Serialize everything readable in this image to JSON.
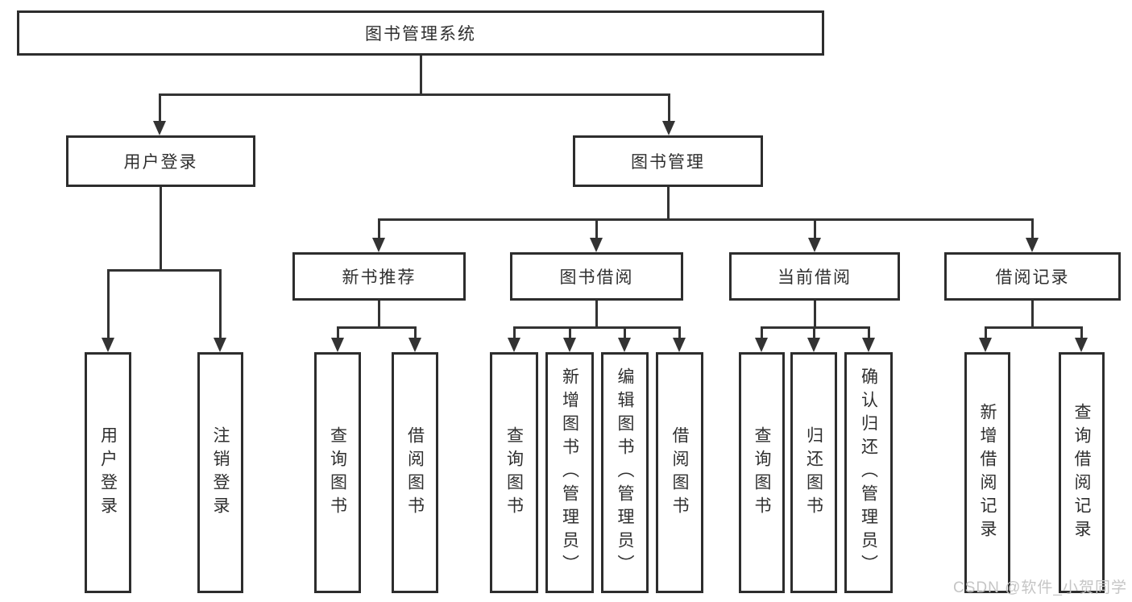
{
  "diagram": {
    "type": "hierarchy-tree",
    "colors": {
      "line": "#333333",
      "box_border": "#2d2d2d",
      "box_fill": "#ffffff",
      "text": "#2f2f2f",
      "watermark_text_color": "#c5c5c5"
    },
    "tree": {
      "label": "图书管理系统",
      "children": [
        {
          "label": "用户登录",
          "children": [
            {
              "label": "用户登录"
            },
            {
              "label": "注销登录"
            }
          ]
        },
        {
          "label": "图书管理",
          "children": [
            {
              "label": "新书推荐",
              "children": [
                {
                  "label": "查询图书"
                },
                {
                  "label": "借阅图书"
                }
              ]
            },
            {
              "label": "图书借阅",
              "children": [
                {
                  "label": "查询图书"
                },
                {
                  "label": "新增图书（管理员）"
                },
                {
                  "label": "编辑图书（管理员）"
                },
                {
                  "label": "借阅图书"
                }
              ]
            },
            {
              "label": "当前借阅",
              "children": [
                {
                  "label": "查询图书"
                },
                {
                  "label": "归还图书"
                },
                {
                  "label": "确认归还（管理员）"
                }
              ]
            },
            {
              "label": "借阅记录",
              "children": [
                {
                  "label": "新增借阅记录"
                },
                {
                  "label": "查询借阅记录"
                }
              ]
            }
          ]
        }
      ]
    },
    "watermark": {
      "text": "CSDN @软件_小贺同学"
    }
  }
}
